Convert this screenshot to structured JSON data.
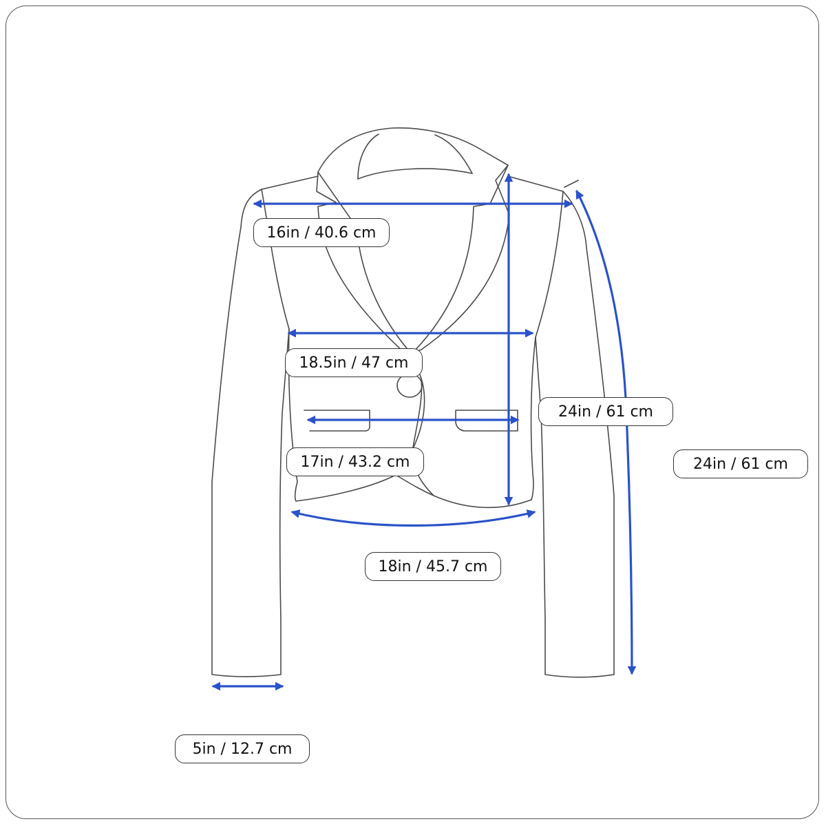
{
  "colors": {
    "measurement_line": "#2a52c9",
    "outline": "#4a4a4a",
    "label_border": "#333333",
    "background": "#ffffff"
  },
  "measurements": {
    "shoulder_width": "16in / 40.6 cm",
    "chest_width": "18.5in / 47 cm",
    "waist_width": "17in / 43.2 cm",
    "hem_width": "18in / 45.7 cm",
    "body_length": "24in / 61 cm",
    "sleeve_length": "24in / 61 cm",
    "cuff_width": "5in / 12.7 cm"
  }
}
